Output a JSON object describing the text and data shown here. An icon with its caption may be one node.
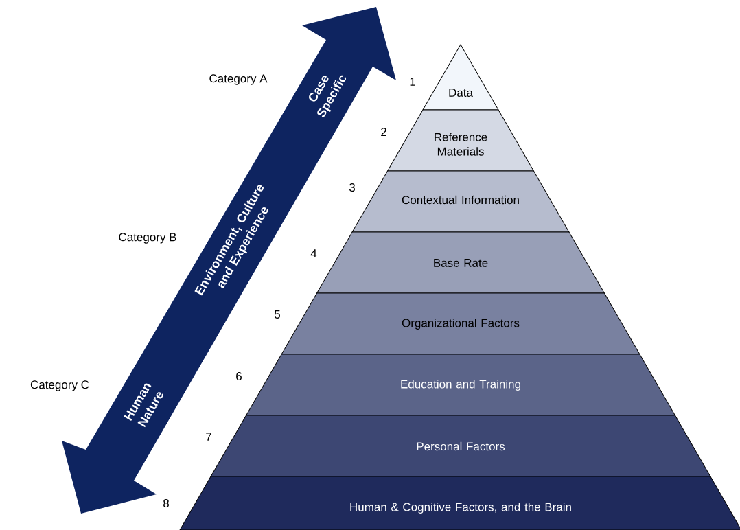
{
  "diagram": {
    "nodes": [
      {
        "text": [
          "Data"
        ],
        "beside": [
          "1"
        ]
      },
      {
        "text": [
          "Reference Materials"
        ],
        "beside": [
          "2"
        ]
      },
      {
        "text": [
          "Contextual Information"
        ],
        "beside": [
          "3"
        ]
      },
      {
        "text": [
          "Base Rate"
        ],
        "beside": [
          "4"
        ]
      },
      {
        "text": [
          "Organizational Factors"
        ],
        "beside": [
          "5"
        ]
      },
      {
        "text": [
          "Education and Training"
        ],
        "beside": [
          "6"
        ]
      },
      {
        "text": [
          "Personal Factors"
        ],
        "beside": [
          "7"
        ]
      },
      {
        "text": [
          "Human & Cognitive Factors, and the Brain"
        ],
        "beside": [
          "8"
        ]
      }
    ],
    "labels": [
      "Category A",
      "Case Specific",
      "Category B",
      "Environment, Culture and Experience",
      "Category C",
      "Human Nature"
    ]
  }
}
